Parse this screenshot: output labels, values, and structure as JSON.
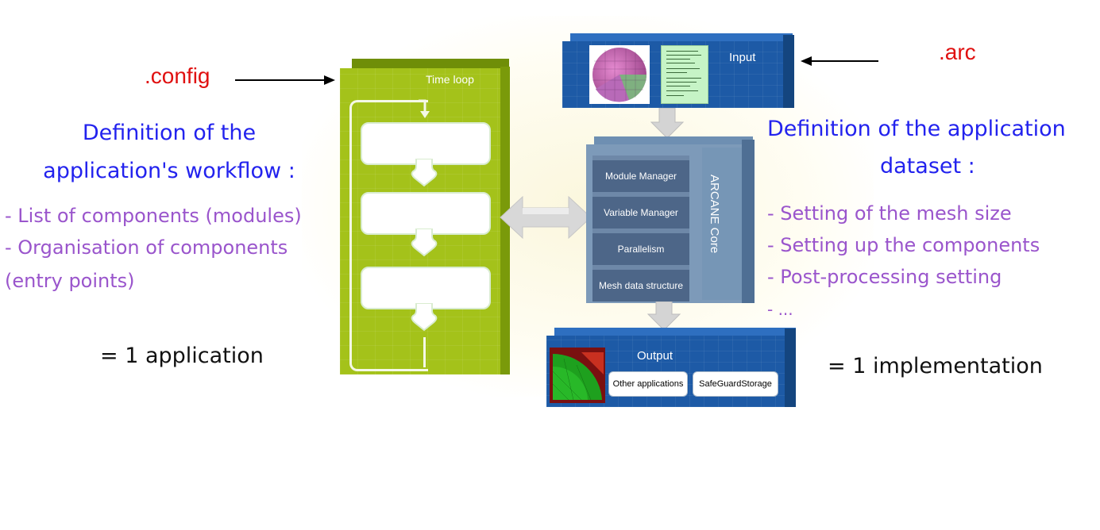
{
  "left": {
    "config_label": ".config",
    "title_lines": [
      "Definition of the",
      "application's workflow :"
    ],
    "items": [
      "- List of components (modules)",
      "- Organisation of components",
      "(entry points)"
    ],
    "result": "= 1 application"
  },
  "right": {
    "arc_label": ".arc",
    "title_lines": [
      "Definition of the application",
      "dataset :"
    ],
    "items": [
      "- Setting of the mesh size",
      "- Setting up the components",
      "- Post-processing setting",
      "- ..."
    ],
    "result": "= 1 implementation"
  },
  "time_loop": {
    "title": "Time loop"
  },
  "input_panel": {
    "label": "Input"
  },
  "core": {
    "label": "ARCANE Core",
    "layers": [
      "Module Manager",
      "Variable Manager",
      "Parallelism",
      "Mesh data structure"
    ]
  },
  "output_panel": {
    "label": "Output",
    "buttons": [
      "Other applications",
      "SafeGuardStorage"
    ]
  },
  "colors": {
    "config_red": "#e01010",
    "title_blue": "#2222ee",
    "item_purple": "#9a55cc",
    "time_loop_green": "#a4c21a",
    "panel_blue": "#1d5aa6",
    "core_slate": "#7d9ab9"
  }
}
